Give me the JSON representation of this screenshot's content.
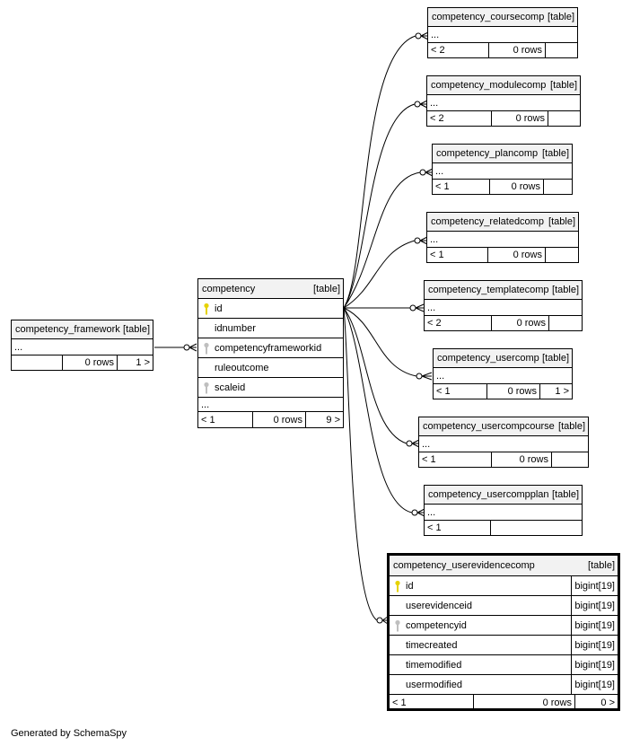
{
  "colors": {
    "primary_key": "#e6d300",
    "foreign_key": "#bfbfbf",
    "header_bg": "#f2f2f2"
  },
  "icons": {
    "primary_key": "key-icon",
    "foreign_key": "foreign-key-icon"
  },
  "competency_framework": {
    "name": "competency_framework",
    "kind": "[table]",
    "more": "...",
    "footer": [
      "",
      "0 rows",
      "1 >"
    ]
  },
  "competency": {
    "name": "competency",
    "kind": "[table]",
    "columns": [
      {
        "name": "id",
        "key": "pk"
      },
      {
        "name": "idnumber",
        "key": ""
      },
      {
        "name": "competencyframeworkid",
        "key": "fk"
      },
      {
        "name": "ruleoutcome",
        "key": ""
      },
      {
        "name": "scaleid",
        "key": "fk"
      }
    ],
    "more": "...",
    "footer": [
      "< 1",
      "0 rows",
      "9 >"
    ]
  },
  "children": [
    {
      "name": "competency_coursecomp",
      "kind": "[table]",
      "more": "...",
      "footer": [
        "< 2",
        "0 rows",
        ""
      ]
    },
    {
      "name": "competency_modulecomp",
      "kind": "[table]",
      "more": "...",
      "footer": [
        "< 2",
        "0 rows",
        ""
      ]
    },
    {
      "name": "competency_plancomp",
      "kind": "[table]",
      "more": "...",
      "footer": [
        "< 1",
        "0 rows",
        ""
      ]
    },
    {
      "name": "competency_relatedcomp",
      "kind": "[table]",
      "more": "...",
      "footer": [
        "< 1",
        "0 rows",
        ""
      ]
    },
    {
      "name": "competency_templatecomp",
      "kind": "[table]",
      "more": "...",
      "footer": [
        "< 2",
        "0 rows",
        ""
      ]
    },
    {
      "name": "competency_usercomp",
      "kind": "[table]",
      "more": "...",
      "footer": [
        "< 1",
        "0 rows",
        "1 >"
      ]
    },
    {
      "name": "competency_usercompcourse",
      "kind": "[table]",
      "more": "...",
      "footer": [
        "< 1",
        "0 rows",
        ""
      ]
    },
    {
      "name": "competency_usercompplan",
      "kind": "[table]",
      "more": "...",
      "footer": [
        "< 1",
        "",
        ""
      ]
    }
  ],
  "competency_userevidencecomp": {
    "name": "competency_userevidencecomp",
    "kind": "[table]",
    "columns": [
      {
        "name": "id",
        "type": "bigint[19]",
        "key": "pk"
      },
      {
        "name": "userevidenceid",
        "type": "bigint[19]",
        "key": ""
      },
      {
        "name": "competencyid",
        "type": "bigint[19]",
        "key": "fk"
      },
      {
        "name": "timecreated",
        "type": "bigint[19]",
        "key": ""
      },
      {
        "name": "timemodified",
        "type": "bigint[19]",
        "key": ""
      },
      {
        "name": "usermodified",
        "type": "bigint[19]",
        "key": ""
      }
    ],
    "footer": [
      "< 1",
      "0 rows",
      "0 >"
    ]
  },
  "credit": "Generated by SchemaSpy"
}
